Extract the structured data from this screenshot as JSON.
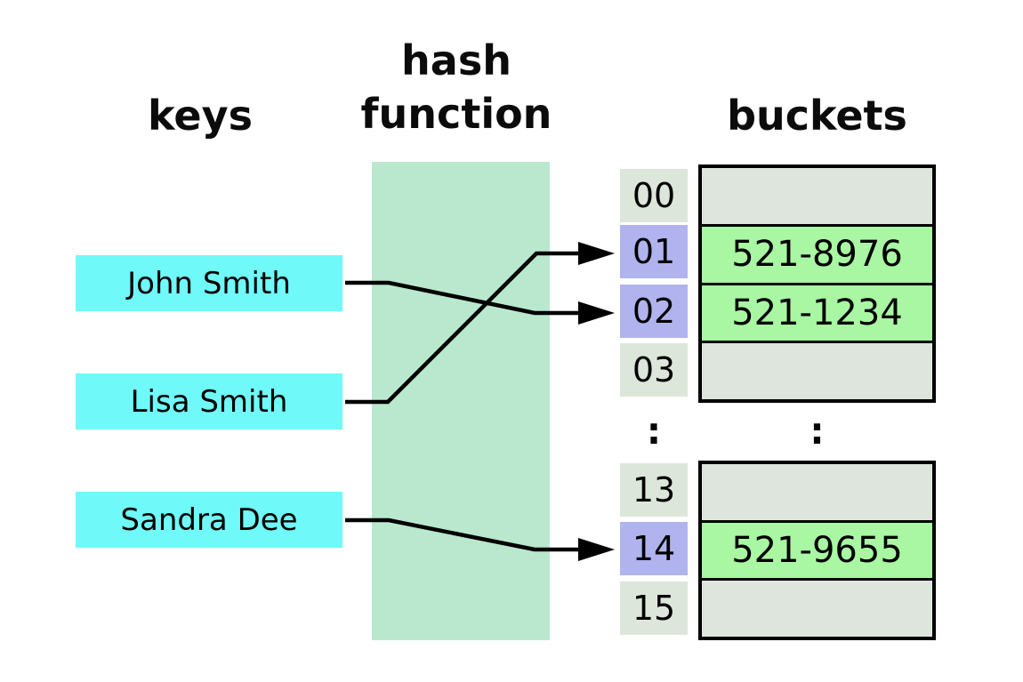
{
  "colors": {
    "key_fill": "#70f9f9",
    "hash_fill": "#b9e8ce",
    "index_default": "#dde6da",
    "index_highlight": "#b1b3ee",
    "bucket_empty": "#dee5dc",
    "bucket_filled": "#a9f7a3"
  },
  "headers": {
    "keys": "keys",
    "hash_function": "hash function",
    "buckets": "buckets"
  },
  "keys": [
    {
      "label": "John Smith",
      "maps_to_index": "02"
    },
    {
      "label": "Lisa Smith",
      "maps_to_index": "01"
    },
    {
      "label": "Sandra Dee",
      "maps_to_index": "14"
    }
  ],
  "index_column": {
    "cells": [
      {
        "label": "00",
        "state": "default"
      },
      {
        "label": "01",
        "state": "highlight"
      },
      {
        "label": "02",
        "state": "highlight"
      },
      {
        "label": "03",
        "state": "default"
      },
      {
        "label": "13",
        "state": "default"
      },
      {
        "label": "14",
        "state": "highlight"
      },
      {
        "label": "15",
        "state": "default"
      }
    ],
    "ellipsis": ":"
  },
  "bucket_column": {
    "top_rows": [
      {
        "value": "",
        "state": "empty"
      },
      {
        "value": "521-8976",
        "state": "filled"
      },
      {
        "value": "521-1234",
        "state": "filled"
      },
      {
        "value": "",
        "state": "empty"
      }
    ],
    "bottom_rows": [
      {
        "value": "",
        "state": "empty"
      },
      {
        "value": "521-9655",
        "state": "filled"
      },
      {
        "value": "",
        "state": "empty"
      }
    ],
    "ellipsis": ":"
  }
}
